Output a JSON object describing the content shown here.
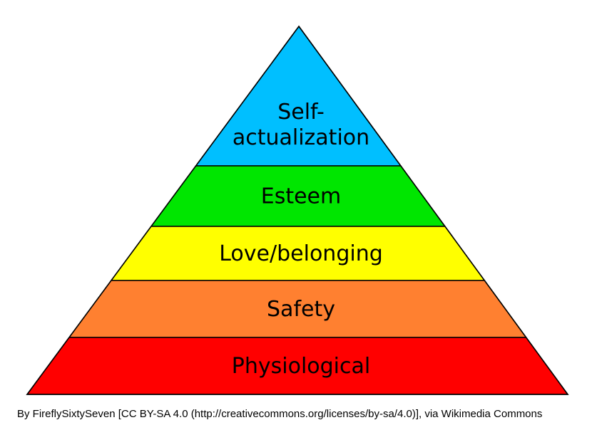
{
  "diagram": {
    "levels": [
      {
        "id": "self-actualization",
        "label_lines": [
          "Self-",
          "actualization"
        ],
        "color": "#00bfff"
      },
      {
        "id": "esteem",
        "label_lines": [
          "Esteem"
        ],
        "color": "#00e600"
      },
      {
        "id": "love-belonging",
        "label_lines": [
          "Love/belonging"
        ],
        "color": "#ffff00"
      },
      {
        "id": "safety",
        "label_lines": [
          "Safety"
        ],
        "color": "#ff8030"
      },
      {
        "id": "physiological",
        "label_lines": [
          "Physiological"
        ],
        "color": "#ff0000"
      }
    ],
    "outline_color": "#000000"
  },
  "caption": {
    "text": "By FireflySixtySeven [CC BY-SA 4.0 (http://creativecommons.org/licenses/by-sa/4.0)], via Wikimedia Commons"
  }
}
